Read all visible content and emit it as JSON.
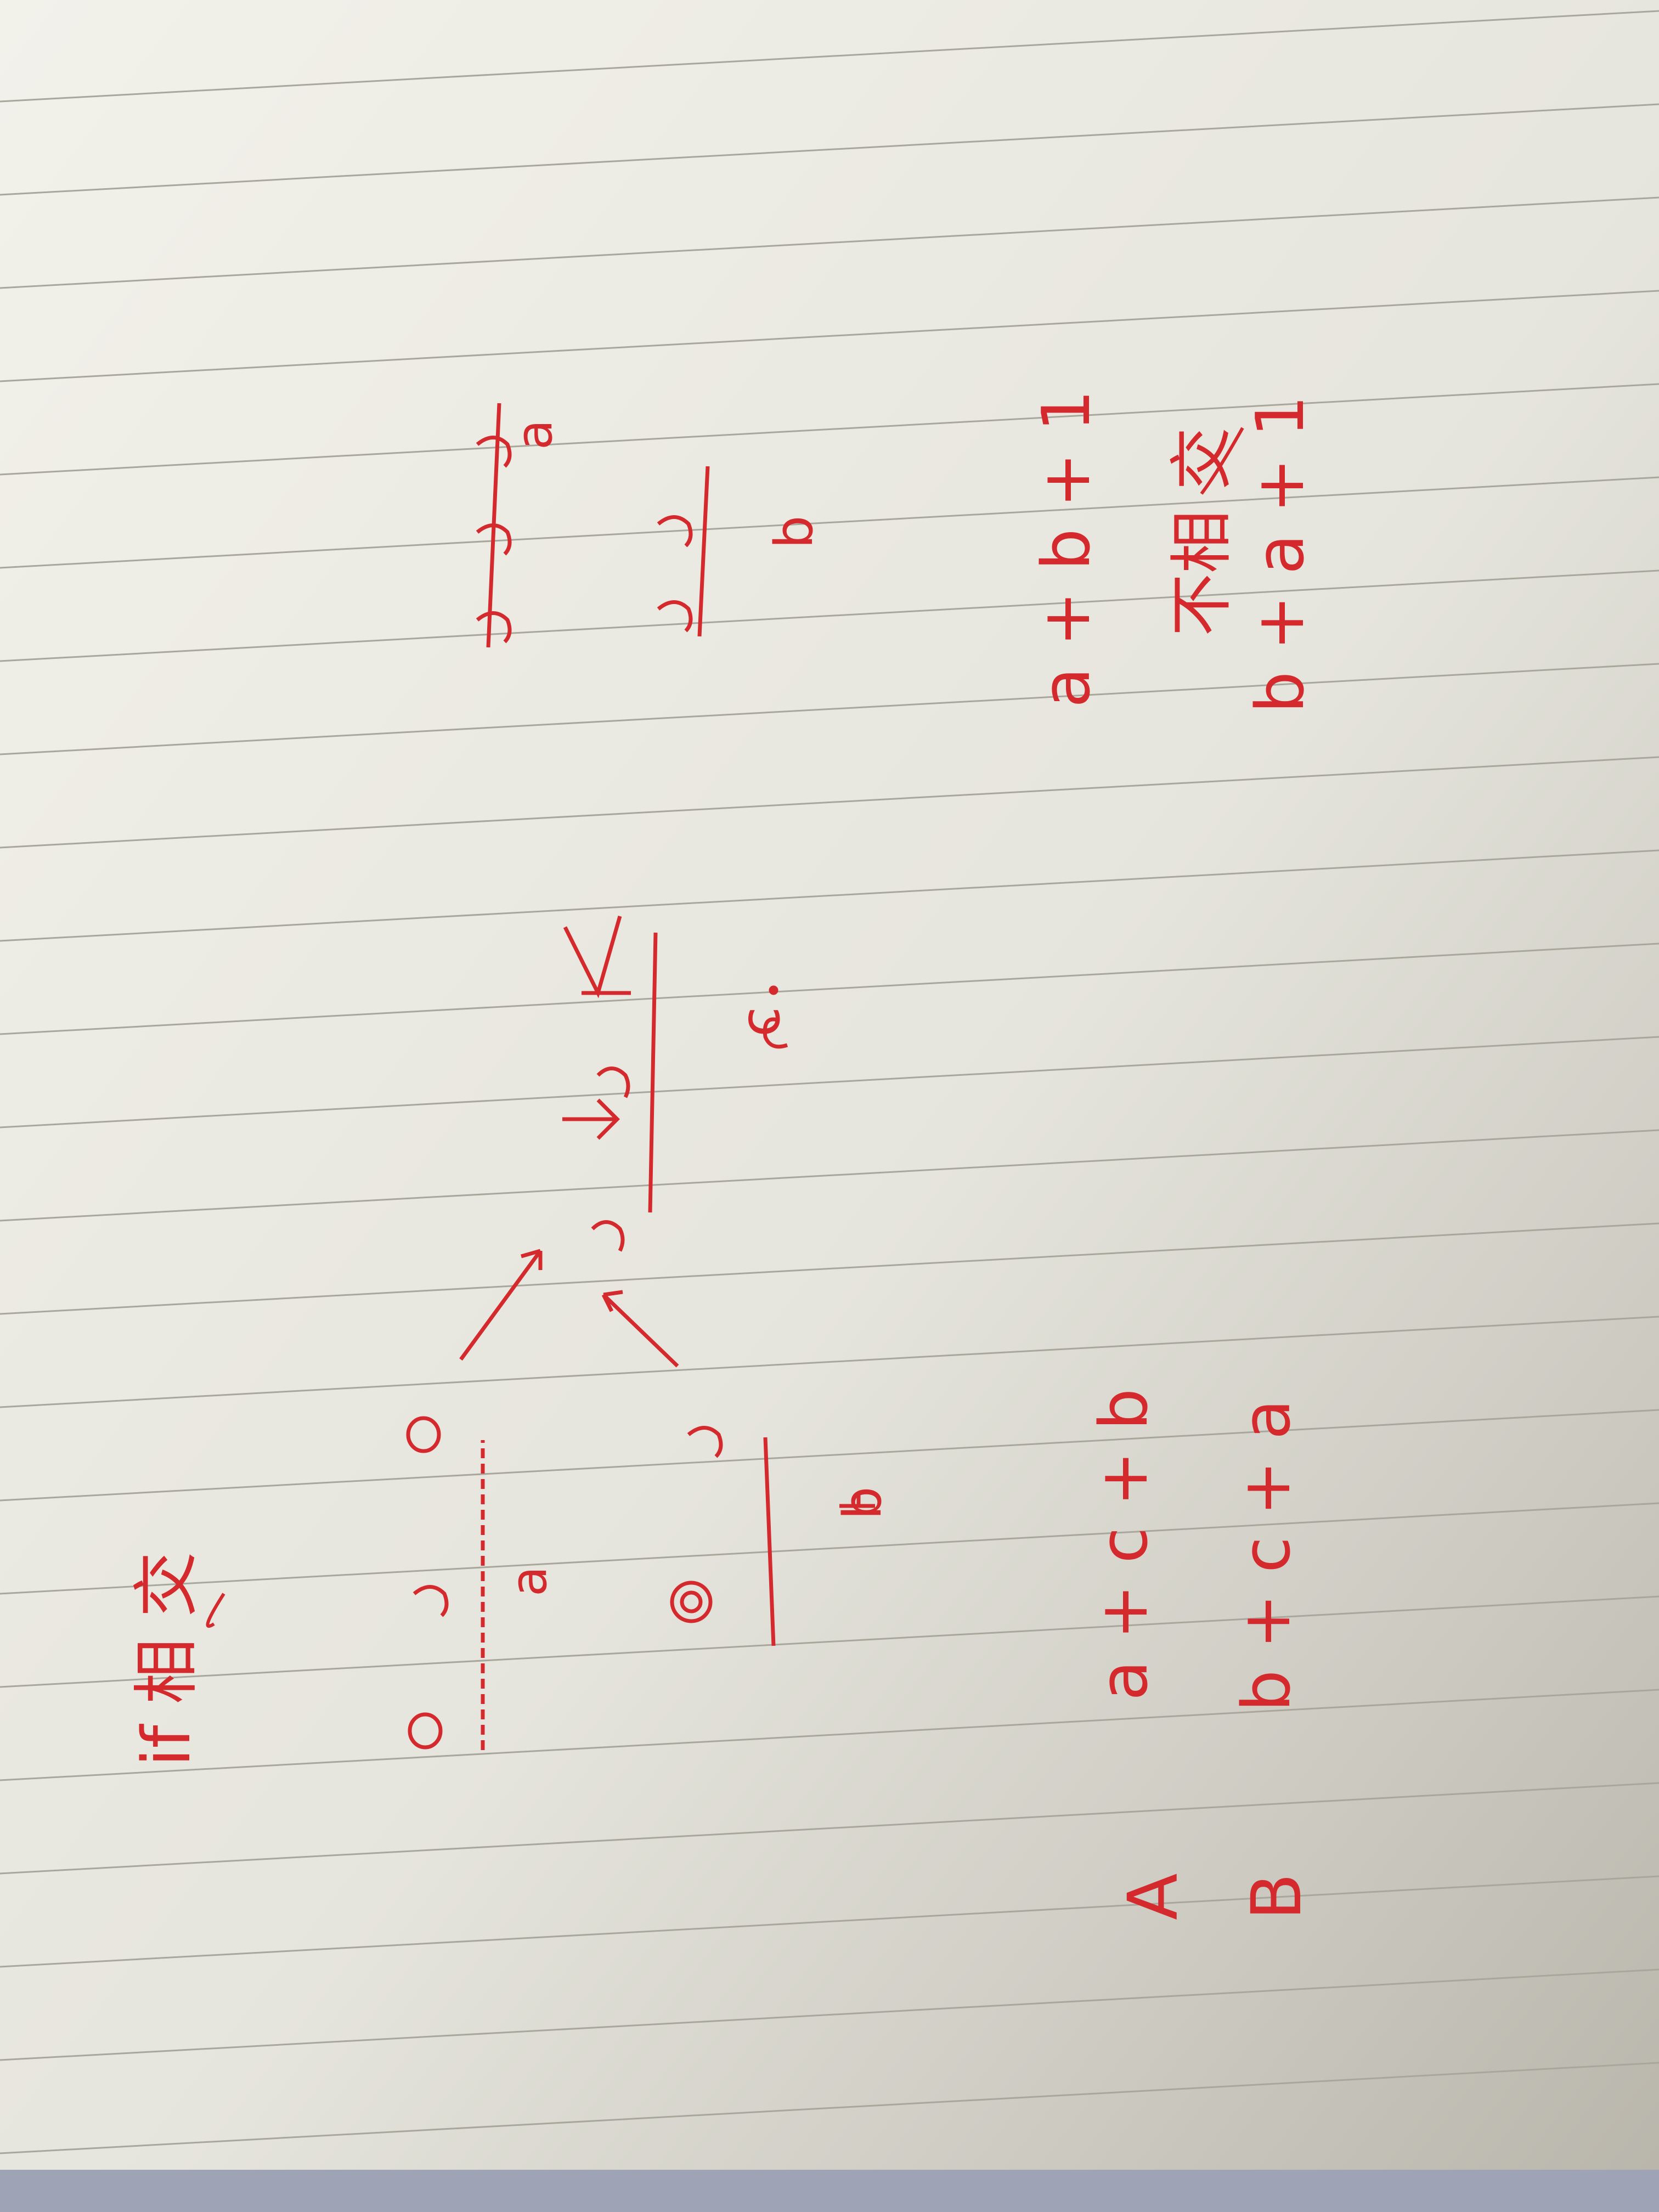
{
  "photo": {
    "paper_color": "#ecebe3",
    "paper_shadow_color": "#b8b5ab",
    "rule_color": "#a7a49a",
    "ink_color": "#d42a2e",
    "table_color": "#9da2b5"
  },
  "notes": {
    "heading_left": "if 相 交",
    "heading_right": "不相 交",
    "left_top_label": "a",
    "left_bottom_label": "b",
    "middle_label": "c",
    "right_top_label": "a",
    "right_bottom_label": "b",
    "formula_a_label": "A",
    "formula_a": "a + c + b",
    "formula_b_label": "B",
    "formula_b": "b + c + a",
    "formula_right_1": "a + b + 1",
    "formula_right_2": "b + a + 1"
  }
}
